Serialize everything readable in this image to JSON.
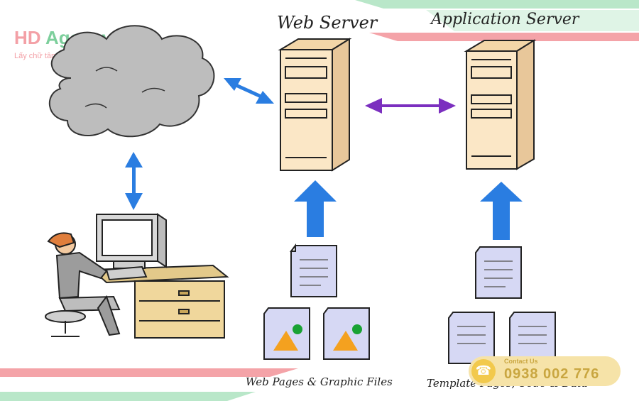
{
  "logo": {
    "hd": "HD",
    "agency": "Agency",
    "tagline": "Lấy chữ tâm - Nâng chữ tầm"
  },
  "labels": {
    "web_server": "Web Server",
    "app_server": "Application Server",
    "web_files": "Web Pages & Graphic Files",
    "app_files": "Template Pages, Code & Data"
  },
  "contact": {
    "caption": "Contact Us",
    "phone": "0938 002 776"
  },
  "colors": {
    "brand_pink": "#f4a3a8",
    "brand_green": "#b9e7c9",
    "arrow_blue": "#2a7de1",
    "arrow_purple": "#7b2fbf",
    "server_beige": "#fbe7c6",
    "cloud_gray": "#bdbdbd"
  }
}
